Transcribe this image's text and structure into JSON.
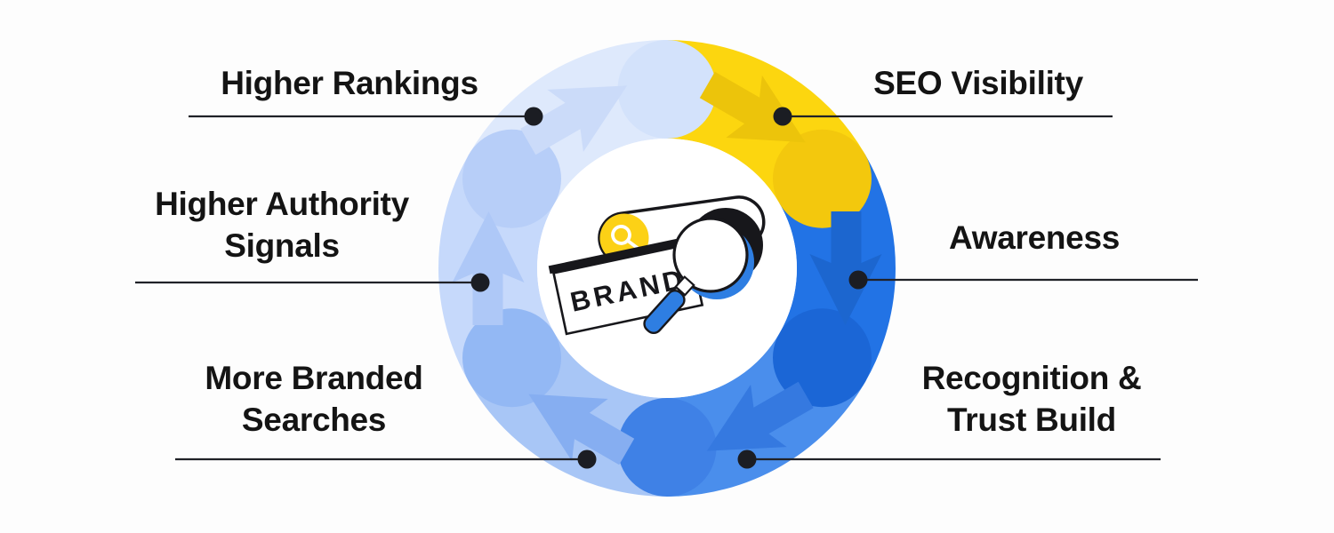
{
  "diagram": {
    "type": "cycle-flywheel",
    "direction": "clockwise",
    "center": {
      "brand_label": "BRAND",
      "icons": [
        "search-icon",
        "magnifying-glass-icon"
      ]
    },
    "nodes": [
      {
        "label": "Higher Rankings",
        "side": "top-left",
        "colors": {
          "segment": "#dee9fc",
          "cap": "#d3e2fb",
          "arrow": "#cbdbf9"
        }
      },
      {
        "label": "SEO Visibility",
        "side": "top-right",
        "colors": {
          "segment": "#fcd60f",
          "cap": "#f3c80d",
          "arrow": "#ecc40b"
        }
      },
      {
        "label": "Awareness",
        "side": "right",
        "colors": {
          "segment": "#2273e5",
          "cap": "#1b66d6",
          "arrow": "#1c66cf"
        }
      },
      {
        "label": "Recognition & Trust Build",
        "side": "bottom-right",
        "colors": {
          "segment": "#4a8eec",
          "cap": "#3f81e6",
          "arrow": "#3579e0"
        }
      },
      {
        "label": "More Branded Searches",
        "side": "bottom-left",
        "colors": {
          "segment": "#a8c6f6",
          "cap": "#93b8f4",
          "arrow": "#86aef1"
        }
      },
      {
        "label": "Higher Authority Signals",
        "side": "left",
        "colors": {
          "segment": "#c6d9fb",
          "cap": "#b7cef8",
          "arrow": "#aec8f7"
        }
      }
    ]
  },
  "palette": {
    "background": "#fdfdfd",
    "label_text": "#141414",
    "connector": "#202228",
    "dot": "#1b1d23",
    "outline_black": "#17171b",
    "center_yellow": "#fcd116",
    "center_blue": "#2e7ee2",
    "center_white": "#ffffff"
  }
}
